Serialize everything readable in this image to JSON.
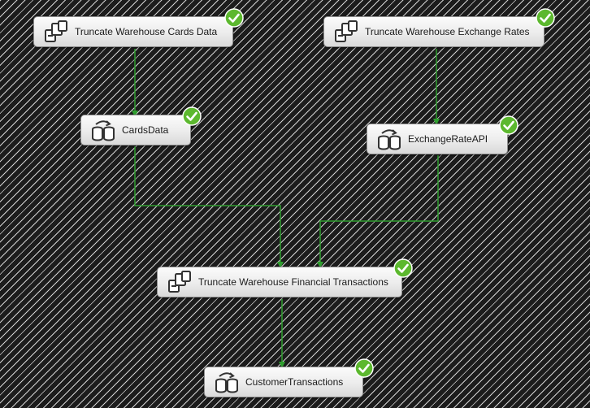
{
  "tasks": {
    "truncate_cards": {
      "label": "Truncate Warehouse Cards Data",
      "icon": "sql-task-icon",
      "status": "success"
    },
    "truncate_rates": {
      "label": "Truncate Warehouse Exchange Rates",
      "icon": "sql-task-icon",
      "status": "success"
    },
    "cards_data": {
      "label": "CardsData",
      "icon": "data-flow-icon",
      "status": "success"
    },
    "exchange_rate_api": {
      "label": "ExchangeRateAPI",
      "icon": "data-flow-icon",
      "status": "success"
    },
    "truncate_financial": {
      "label": "Truncate Warehouse Financial Transactions",
      "icon": "sql-task-icon",
      "status": "success"
    },
    "customer_transactions": {
      "label": "CustomerTransactions",
      "icon": "data-flow-icon",
      "status": "success"
    }
  },
  "colors": {
    "connector": "#2f9e2f",
    "success": "#5cb82e"
  }
}
